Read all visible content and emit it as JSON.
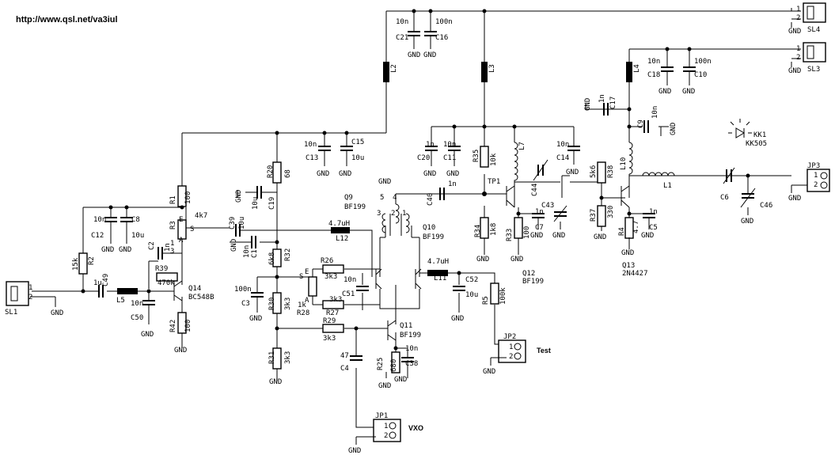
{
  "url": "http://www.qsl.net/va3iul",
  "gnd": "GND",
  "components": [
    {
      "ref": "SL4",
      "value": ""
    },
    {
      "ref": "SL3",
      "value": ""
    },
    {
      "ref": "SL1",
      "value": ""
    },
    {
      "ref": "L2",
      "value": ""
    },
    {
      "ref": "L3",
      "value": ""
    },
    {
      "ref": "L4",
      "value": ""
    },
    {
      "ref": "C21",
      "value": "10n"
    },
    {
      "ref": "C16",
      "value": "100n"
    },
    {
      "ref": "C18",
      "value": "10n"
    },
    {
      "ref": "C10",
      "value": "100n"
    },
    {
      "ref": "C13",
      "value": "10n"
    },
    {
      "ref": "C15",
      "value": "10u"
    },
    {
      "ref": "C17",
      "value": "1n"
    },
    {
      "ref": "C9",
      "value": "10n"
    },
    {
      "ref": "KK1",
      "value": "KK505"
    },
    {
      "ref": "C20",
      "value": "1n"
    },
    {
      "ref": "C11",
      "value": "10n"
    },
    {
      "ref": "R35",
      "value": "10k"
    },
    {
      "ref": "C14",
      "value": "10n"
    },
    {
      "ref": "L7",
      "value": ""
    },
    {
      "ref": "R38",
      "value": "5k6"
    },
    {
      "ref": "L10",
      "value": ""
    },
    {
      "ref": "L1",
      "value": ""
    },
    {
      "ref": "JP3",
      "value": ""
    },
    {
      "ref": "R20",
      "value": "68"
    },
    {
      "ref": "C19",
      "value": "10u"
    },
    {
      "ref": "R1",
      "value": "100"
    },
    {
      "ref": "R3",
      "value": "4k7"
    },
    {
      "ref": "C12",
      "value": "10n"
    },
    {
      "ref": "C8",
      "value": "10u"
    },
    {
      "ref": "Q9",
      "value": "BF199"
    },
    {
      "ref": "C40",
      "value": "1n"
    },
    {
      "ref": "TP1",
      "value": ""
    },
    {
      "ref": "C44",
      "value": ""
    },
    {
      "ref": "C6",
      "value": ""
    },
    {
      "ref": "C46",
      "value": ""
    },
    {
      "ref": "C39",
      "value": "10u"
    },
    {
      "ref": "L12",
      "value": "4.7uH"
    },
    {
      "ref": "Q10",
      "value": "BF199"
    },
    {
      "ref": "R34",
      "value": "1k8"
    },
    {
      "ref": "R33",
      "value": "100"
    },
    {
      "ref": "C7",
      "value": "1n"
    },
    {
      "ref": "C43",
      "value": ""
    },
    {
      "ref": "R37",
      "value": "330"
    },
    {
      "ref": "R4",
      "value": "4.7"
    },
    {
      "ref": "C5",
      "value": "1n"
    },
    {
      "ref": "C1",
      "value": "10n"
    },
    {
      "ref": "R32",
      "value": "6k8"
    },
    {
      "ref": "C2",
      "value": "1n"
    },
    {
      "ref": "R2",
      "value": "15k"
    },
    {
      "ref": "R39",
      "value": "470k"
    },
    {
      "ref": "Q14",
      "value": "BC548B"
    },
    {
      "ref": "R26",
      "value": "3k3"
    },
    {
      "ref": "L11",
      "value": "4.7uH"
    },
    {
      "ref": "C52",
      "value": "10u"
    },
    {
      "ref": "Q12",
      "value": "BF199"
    },
    {
      "ref": "Q13",
      "value": "2N4427"
    },
    {
      "ref": "C49",
      "value": "1u"
    },
    {
      "ref": "L5",
      "value": ""
    },
    {
      "ref": "C50",
      "value": "10n"
    },
    {
      "ref": "C3",
      "value": "100n"
    },
    {
      "ref": "R30",
      "value": "3k3"
    },
    {
      "ref": "R28",
      "value": "1k"
    },
    {
      "ref": "R27",
      "value": "3k3"
    },
    {
      "ref": "C51",
      "value": "10n"
    },
    {
      "ref": "R5",
      "value": "100k"
    },
    {
      "ref": "R42",
      "value": "100"
    },
    {
      "ref": "R29",
      "value": "3k3"
    },
    {
      "ref": "Q11",
      "value": "BF199"
    },
    {
      "ref": "JP2",
      "value": ""
    },
    {
      "ref": "R31",
      "value": "3k3"
    },
    {
      "ref": "C4",
      "value": "47"
    },
    {
      "ref": "R25",
      "value": "680"
    },
    {
      "ref": "C38",
      "value": "10n"
    },
    {
      "ref": "JP1",
      "value": ""
    }
  ],
  "connector_labels": {
    "test": "Test",
    "vxo": "VXO"
  },
  "pins": {
    "one": "1",
    "two": "2",
    "three": "3",
    "four": "4",
    "five": "5"
  },
  "wiper_labels": {
    "s": "S",
    "e": "E",
    "a": "A"
  }
}
